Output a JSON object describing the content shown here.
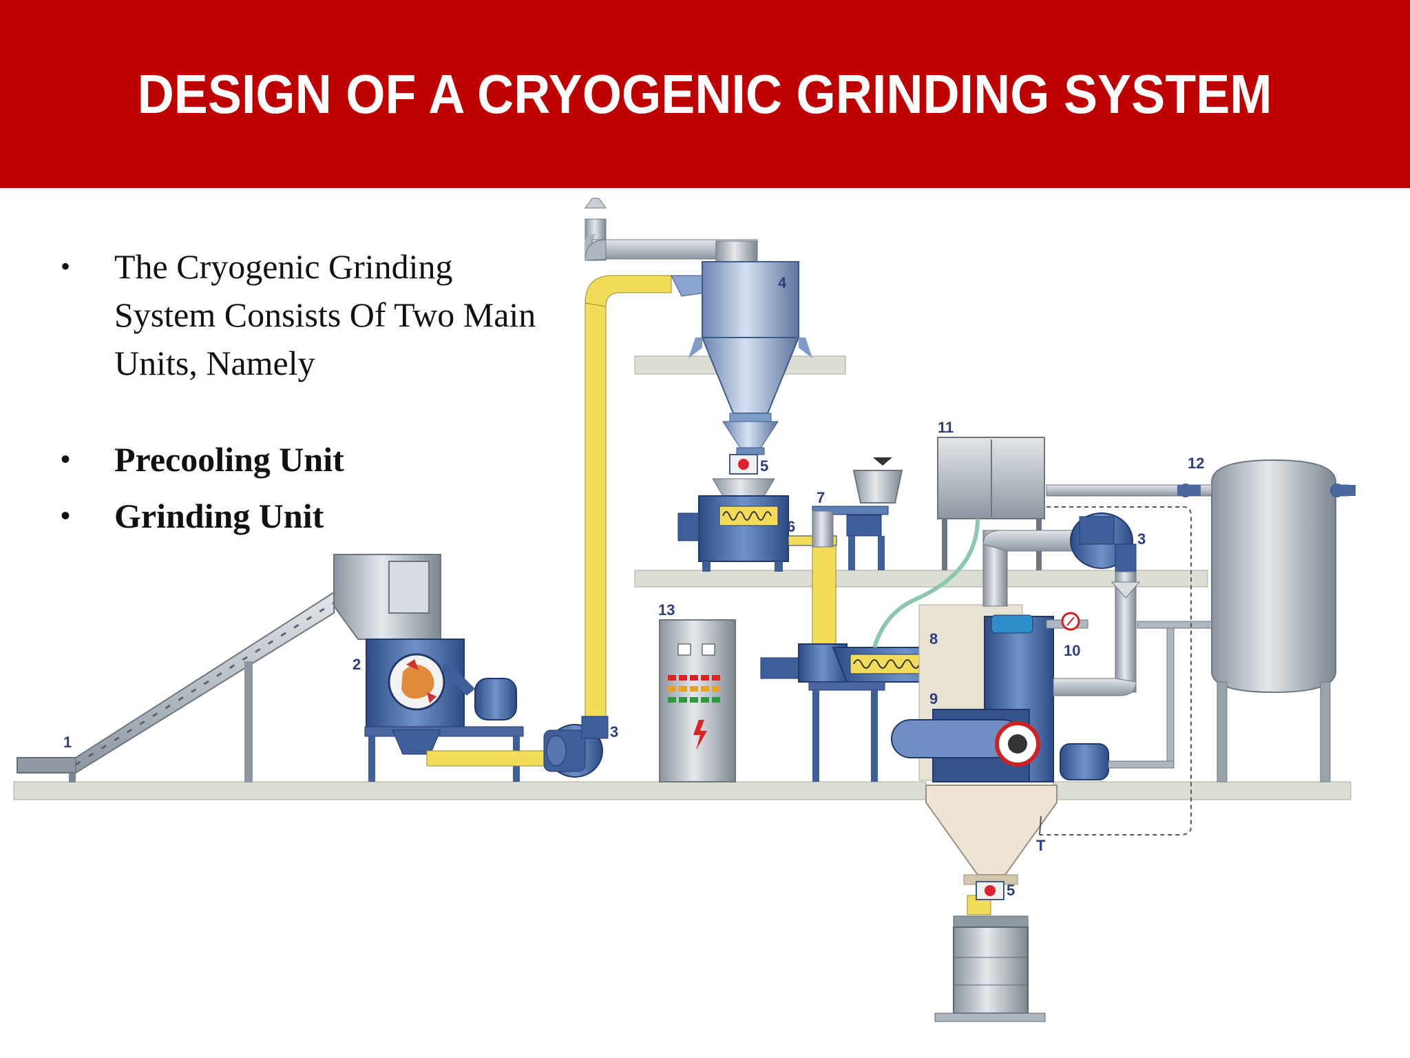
{
  "title": "DESIGN OF A CRYOGENIC GRINDING SYSTEM",
  "intro_text": "The Cryogenic Grinding System Consists Of Two Main Units, Namely",
  "units": [
    "Precooling Unit",
    "Grinding Unit"
  ],
  "colors": {
    "banner": "#bf0000",
    "machine_blue": "#3f5f9a",
    "pipe_yellow": "#f2dc5a",
    "steel_grey": "#aeb6bf",
    "floor": "#dcddd3"
  },
  "diagram_labels": {
    "n1": "1",
    "n2": "2",
    "n3a": "3",
    "n3b": "3",
    "n4": "4",
    "n5a": "5",
    "n5b": "5",
    "n6": "6",
    "n7": "7",
    "n8": "8",
    "n9": "9",
    "n10": "10",
    "n11": "11",
    "n12": "12",
    "n13": "13",
    "nT": "T"
  }
}
